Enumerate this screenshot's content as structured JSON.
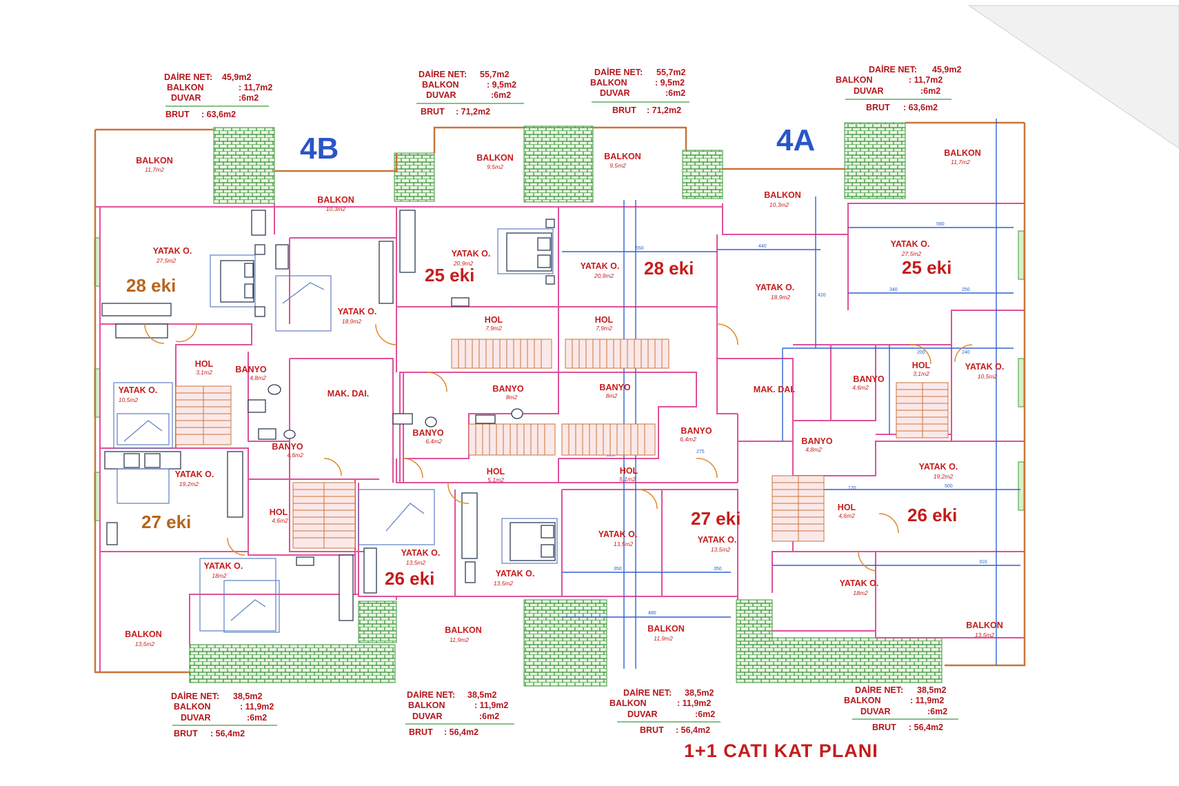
{
  "title": "1+1 CATI KAT PLANI",
  "blocks": {
    "left": "4B",
    "right": "4A"
  },
  "info_labels": {
    "net": "DAİRE NET:",
    "balkon": "BALKON",
    "duvar": "DUVAR",
    "brut": "BRUT"
  },
  "top_units": [
    {
      "net": "45,9m2",
      "balkon": ": 11,7m2",
      "duvar": ":6m2",
      "brut": ": 63,6m2"
    },
    {
      "net": "55,7m2",
      "balkon": ": 9,5m2",
      "duvar": ":6m2",
      "brut": ": 71,2m2"
    },
    {
      "net": "55,7m2",
      "balkon": ": 9,5m2",
      "duvar": ":6m2",
      "brut": ": 71,2m2"
    },
    {
      "net": "45,9m2",
      "balkon": ": 11,7m2",
      "duvar": ":6m2",
      "brut": ": 63,6m2"
    }
  ],
  "bottom_units": [
    {
      "net": "38,5m2",
      "balkon": ": 11,9m2",
      "duvar": ":6m2",
      "brut": ": 56,4m2"
    },
    {
      "net": "38,5m2",
      "balkon": ": 11,9m2",
      "duvar": ":6m2",
      "brut": ": 56,4m2"
    },
    {
      "net": "38,5m2",
      "balkon": ": 11,9m2",
      "duvar": ":6m2",
      "brut": ": 56,4m2"
    },
    {
      "net": "38,5m2",
      "balkon": ": 11,9m2",
      "duvar": ":6m2",
      "brut": ": 56,4m2"
    }
  ],
  "rooms": {
    "balkon_tl": {
      "name": "BALKON",
      "area": "11,7m2"
    },
    "balkon_4b_mid": {
      "name": "BALKON",
      "area": "10,3m2"
    },
    "balkon_c1": {
      "name": "BALKON",
      "area": "9,5m2"
    },
    "balkon_c2": {
      "name": "BALKON",
      "area": "9,5m2"
    },
    "balkon_4a_mid": {
      "name": "BALKON",
      "area": "10,3m2"
    },
    "balkon_tr": {
      "name": "BALKON",
      "area": "11,7m2"
    },
    "yatak_l1": {
      "name": "YATAK O.",
      "area": "27,5m2"
    },
    "yatak_l2": {
      "name": "YATAK O.",
      "area": "18,9m2"
    },
    "yatak_c1": {
      "name": "YATAK O.",
      "area": "20,9m2"
    },
    "yatak_c2": {
      "name": "YATAK O.",
      "area": "20,9m2"
    },
    "yatak_r2": {
      "name": "YATAK O.",
      "area": "18,9m2"
    },
    "yatak_r1": {
      "name": "YATAK O.",
      "area": "27,5m2"
    },
    "hol_c1": {
      "name": "HOL",
      "area": "7,9m2"
    },
    "hol_c2": {
      "name": "HOL",
      "area": "7,9m2"
    },
    "hol_l": {
      "name": "HOL",
      "area": "3,1m2"
    },
    "banyo_l": {
      "name": "BANYO",
      "area": "4,8m2"
    },
    "yatak_l3": {
      "name": "YATAK O.",
      "area": "10,5m2"
    },
    "mak_l": {
      "name": "MAK. DAI."
    },
    "banyo_c1": {
      "name": "BANYO",
      "area": "8m2"
    },
    "banyo_c2": {
      "name": "BANYO",
      "area": "8m2"
    },
    "mak_r": {
      "name": "MAK. DAI."
    },
    "banyo_r": {
      "name": "BANYO",
      "area": "4,6m2"
    },
    "hol_r": {
      "name": "HOL",
      "area": "3,1m2"
    },
    "yatak_r3": {
      "name": "YATAK O.",
      "area": "10,5m2"
    },
    "banyo_c3": {
      "name": "BANYO",
      "area": "6,4m2"
    },
    "banyo_l2": {
      "name": "BANYO",
      "area": "4,6m2"
    },
    "banyo_c4": {
      "name": "BANYO",
      "area": "6,4m2"
    },
    "banyo_r2": {
      "name": "BANYO",
      "area": "4,8m2"
    },
    "yatak_l4": {
      "name": "YATAK O.",
      "area": "19,2m2"
    },
    "hol_c3": {
      "name": "HOL",
      "area": "5,1m2"
    },
    "hol_c4": {
      "name": "HOL",
      "area": "5,1m2"
    },
    "yatak_r4": {
      "name": "YATAK O.",
      "area": "19,2m2"
    },
    "hol_l2": {
      "name": "HOL",
      "area": "4,6m2"
    },
    "hol_r2": {
      "name": "HOL",
      "area": "4,6m2"
    },
    "yatak_c3": {
      "name": "YATAK O.",
      "area": "13,5m2"
    },
    "yatak_c4": {
      "name": "YATAK O.",
      "area": "13,5m2"
    },
    "yatak_c5": {
      "name": "YATAK O.",
      "area": "13,5m2"
    },
    "yatak_c6": {
      "name": "YATAK O.",
      "area": "13,5m2"
    },
    "yatak_l5": {
      "name": "YATAK O.",
      "area": "18m2"
    },
    "yatak_r5": {
      "name": "YATAK O.",
      "area": "18m2"
    },
    "balkon_bl": {
      "name": "BALKON",
      "area": "13,5m2"
    },
    "balkon_bc1": {
      "name": "BALKON",
      "area": "11,9m2"
    },
    "balkon_bc2": {
      "name": "BALKON",
      "area": "11,9m2"
    },
    "balkon_br": {
      "name": "BALKON",
      "area": "13,5m2"
    }
  },
  "eki": {
    "l_top": "28 eki",
    "c1": "25 eki",
    "c2": "28 eki",
    "r_top": "25 eki",
    "l_mid": "27 eki",
    "c3": "27 eki",
    "r_mid": "26 eki",
    "c_bot": "26 eki"
  },
  "dims": [
    "590",
    "440",
    "550",
    "420",
    "340",
    "250",
    "480",
    "350",
    "350",
    "500",
    "310",
    "240",
    "200",
    "170",
    "225",
    "275"
  ],
  "colors": {
    "walls": "#e0509a",
    "text_red": "#c61b1b",
    "text_orange": "#b8651d",
    "block_blue": "#2a55c8",
    "green_hatch": "#3f9a3f"
  }
}
